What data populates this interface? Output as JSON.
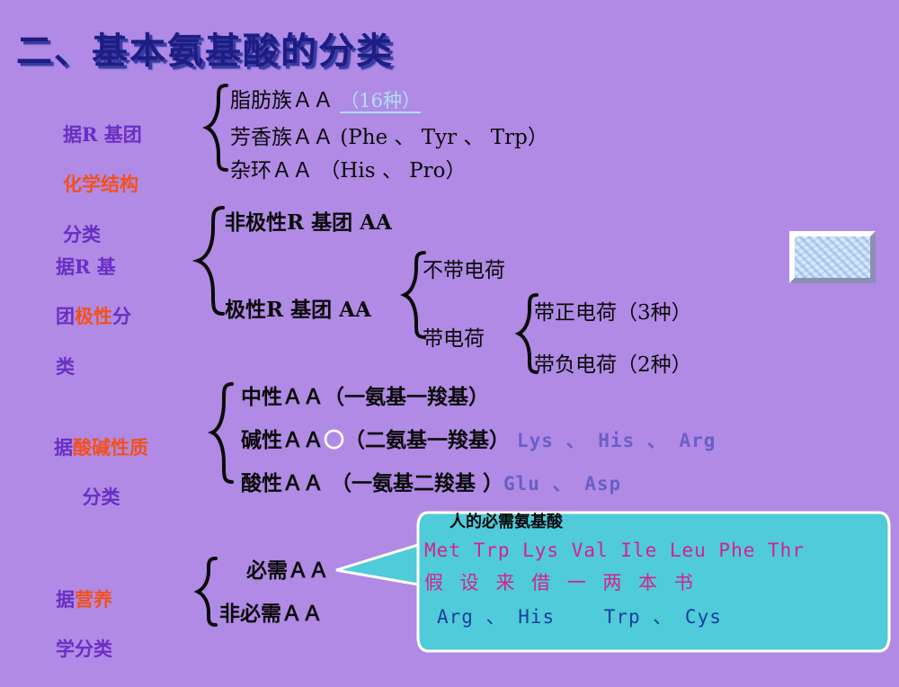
{
  "slide": {
    "title": "二、基本氨基酸的分类",
    "background_color": "#b08ae4",
    "title_color": "#1d1d82"
  },
  "colors": {
    "purple_label": "#6a2fc4",
    "orange_highlight": "#f4501e",
    "callout_fill": "#4fcbd9",
    "callout_border": "#ffffff",
    "magenta_text": "#d6218f",
    "navy_text": "#1b3fa0",
    "mono_purple": "#6a5fc8",
    "cyan_note": "#aee0f5"
  },
  "groups": [
    {
      "label_lines": [
        {
          "text": "据R 基团",
          "color": "purple"
        },
        {
          "text": "化学结构",
          "color": "orange"
        },
        {
          "text": "分类",
          "color": "purple"
        }
      ],
      "items": [
        {
          "text": "脂肪族ＡＡ",
          "note": "（16种）"
        },
        {
          "text": "芳香族ＡＡ (Phe 、 Tyr 、 Trp）"
        },
        {
          "text": "杂环ＡＡ  （His 、 Pro）"
        }
      ]
    },
    {
      "label_lines": [
        {
          "text": "据R 基",
          "color": "purple"
        },
        {
          "text": "团极性分",
          "color": "mixed",
          "hot": "极性"
        },
        {
          "text": "类",
          "color": "purple"
        }
      ],
      "items": [
        {
          "text": "非极性R 基团 AA"
        },
        {
          "text": "极性R 基团 AA"
        }
      ],
      "sub_items": [
        {
          "text": "不带电荷"
        },
        {
          "text": "带电荷"
        }
      ],
      "sub_sub_items": [
        {
          "text": "带正电荷（3种）"
        },
        {
          "text": "带负电荷（2种）"
        }
      ]
    },
    {
      "label_lines": [
        {
          "text": "据酸碱性质",
          "color": "mixed",
          "hot": "酸碱性质"
        },
        {
          "text": "分类",
          "color": "purple"
        }
      ],
      "items": [
        {
          "text": "中性ＡＡ（一氨基一羧基）"
        },
        {
          "text": "碱性ＡＡ",
          "circle": "〇",
          "paren": "（二氨基一羧基）",
          "examples": "Lys 、 His 、 Arg"
        },
        {
          "text": "酸性ＡＡ  （一氨基二羧基 ）",
          "examples": "Glu 、 Asp"
        }
      ]
    },
    {
      "label_lines": [
        {
          "text": "据营养",
          "color": "mixed",
          "hot": "营养"
        },
        {
          "text": "学分类",
          "color": "purple"
        }
      ],
      "items": [
        {
          "text": "必需ＡＡ"
        },
        {
          "text": "非必需ＡＡ"
        }
      ]
    }
  ],
  "callout": {
    "title": "人的必需氨基酸",
    "line1": "Met Trp Lys Val Ile Leu Phe Thr",
    "line2": "假 设 来 借 一 两 本 书",
    "line3": "Arg 、 His    Trp 、 Cys"
  },
  "decoration": {
    "image_placeholder": "texture-thumbnail"
  }
}
